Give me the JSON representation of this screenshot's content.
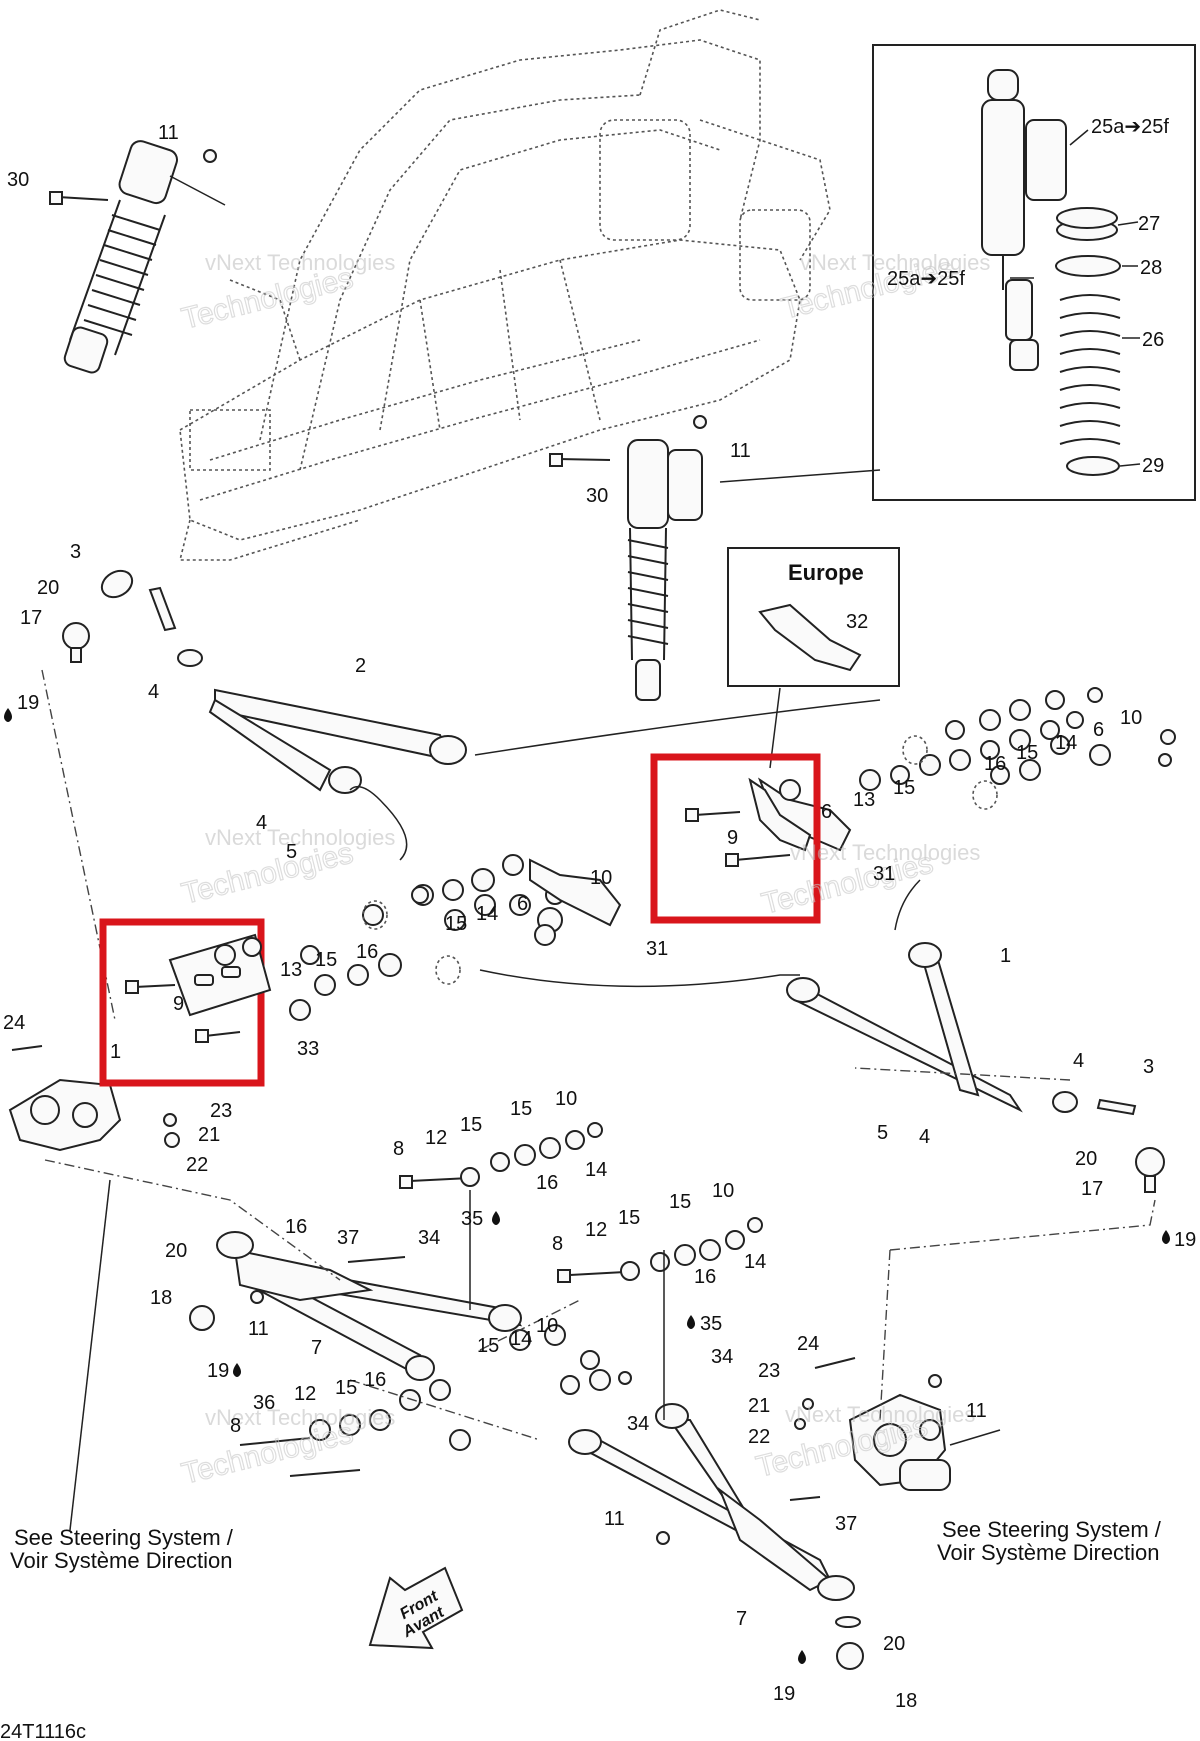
{
  "diagram": {
    "figure_code": "24T1116c",
    "region_label": "Europe",
    "watermark_line1": "vNext Technologies",
    "watermark_line2": "Technologies",
    "front_arrow_line1": "Front",
    "front_arrow_line2": "Avant",
    "note_left_line1": "See Steering System /",
    "note_left_line2": "Voir Système Direction",
    "note_right_line1": "See Steering System /",
    "note_right_line2": "Voir Système Direction",
    "shock_range_top": "25a➔25f",
    "shock_range_mid": "25a➔25f",
    "callouts": {
      "c1": "1",
      "c2": "2",
      "c3": "3",
      "c4": "4",
      "c5": "5",
      "c6": "6",
      "c7": "7",
      "c8": "8",
      "c9": "9",
      "c10": "10",
      "c11": "11",
      "c12": "12",
      "c13": "13",
      "c14": "14",
      "c15": "15",
      "c16": "16",
      "c17": "17",
      "c18": "18",
      "c19": "19",
      "c20": "20",
      "c21": "21",
      "c22": "22",
      "c23": "23",
      "c24": "24",
      "c26": "26",
      "c27": "27",
      "c28": "28",
      "c29": "29",
      "c30": "30",
      "c31": "31",
      "c32": "32",
      "c33": "33",
      "c34": "34",
      "c35": "35",
      "c36": "36",
      "c37": "37"
    }
  }
}
